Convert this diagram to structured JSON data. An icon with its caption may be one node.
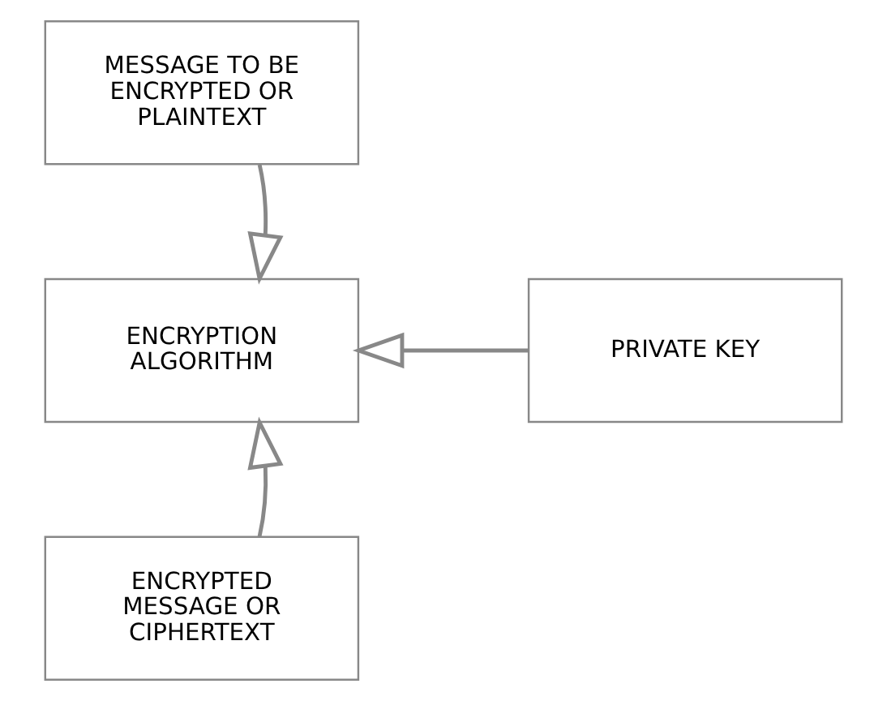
{
  "diagram": {
    "nodes": [
      {
        "text": [
          "MESSAGE TO BE ENCRYPTED OR PLAINTEXT"
        ]
      },
      {
        "text": [
          "ENCRYPTION ALGORITHM"
        ]
      },
      {
        "text": [
          "PRIVATE KEY"
        ]
      },
      {
        "text": [
          "ENCRYPTED MESSAGE OR CIPHERTEXT"
        ]
      }
    ],
    "edges": [
      {
        "from": 0,
        "to": 1,
        "arrow": "to"
      },
      {
        "from": 2,
        "to": 1,
        "arrow": "to"
      },
      {
        "from": 3,
        "to": 1,
        "arrow": "to"
      }
    ]
  }
}
